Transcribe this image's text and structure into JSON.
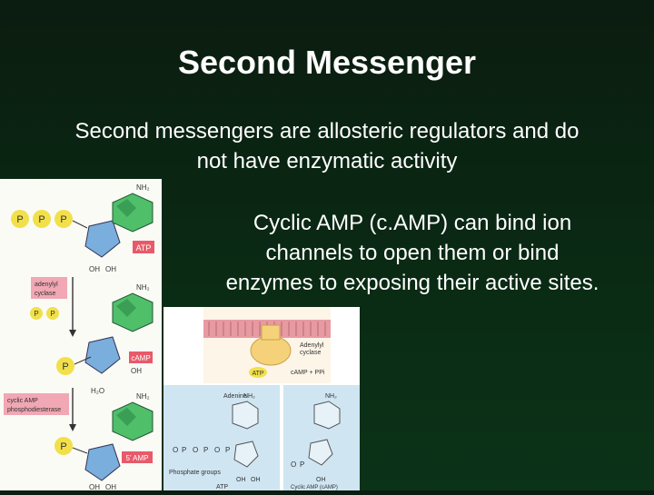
{
  "slide": {
    "title": "Second Messenger",
    "subtitle_lines": [
      "Second messengers are allosteric regulators and do",
      "not have enzymatic activity"
    ],
    "body_lines": [
      "Cyclic AMP (c.AMP) can bind ion",
      "channels to open them or bind",
      "enzymes to exposing their active sites."
    ]
  },
  "left_figure": {
    "nh2": "NH₂",
    "atp": "ATP",
    "camp": "cAMP",
    "amp": "5’ AMP",
    "oh": "OH",
    "adenylyl_cyclase": [
      "adenylyl",
      "cyclase"
    ],
    "pp": "P",
    "water": "H₂O",
    "pde": [
      "cyclic AMP",
      "phosphodiesterase"
    ]
  },
  "right_figure": {
    "adenylyl_cyclase": [
      "Adenylyl",
      "cyclase"
    ],
    "atp_badge": "ATP",
    "camp_arrow": "cAMP + PPi",
    "adenine": "Adenine",
    "phosphate_groups": "Phosphate groups",
    "atp_caption": "ATP",
    "camp_caption": "Cyclic AMP (cAMP)",
    "nh2": "NH₂",
    "oh": "OH"
  },
  "colors": {
    "background": "#0a2a14",
    "phosphate_yellow": "#f2e04a",
    "base_green": "#4fbf6a",
    "sugar_blue": "#7aaedc",
    "label_red": "#e85a6a",
    "enzyme_pink": "#f1a7b4",
    "membrane_pink": "#e89aa3",
    "cell_blue": "#cfe5f2"
  }
}
